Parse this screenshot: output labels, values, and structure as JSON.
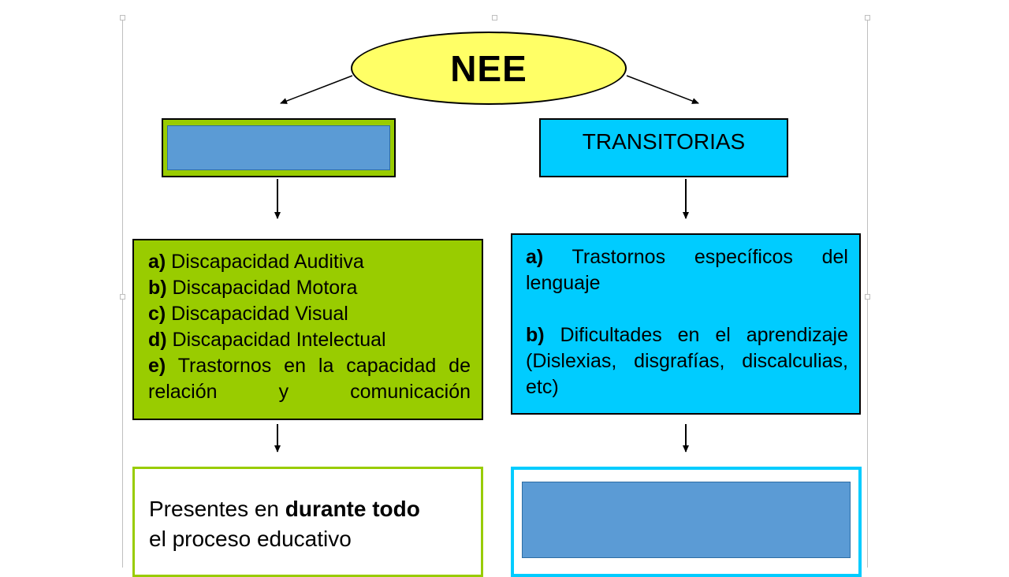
{
  "title": "NEE",
  "left": {
    "header": "",
    "items": [
      {
        "marker": "a)",
        "text": " Discapacidad Auditiva"
      },
      {
        "marker": "b)",
        "text": " Discapacidad Motora"
      },
      {
        "marker": "c)",
        "text": " Discapacidad Visual"
      },
      {
        "marker": "d)",
        "text": " Discapacidad Intelectual"
      },
      {
        "marker": "e)",
        "text": " Trastornos en la capacidad de relación y comunicación"
      }
    ],
    "bottom": {
      "text_before": "Presentes en ",
      "bold": "durante todo",
      "text_after": "el proceso educativo"
    }
  },
  "right": {
    "header": "TRANSITORIAS",
    "items": [
      {
        "marker": "a)",
        "text": " Trastornos específicos del lenguaje"
      },
      {
        "marker": "b)",
        "text": " Dificultades en el aprendizaje (Dislexias, disgrafías, discalculias, etc)"
      }
    ],
    "bottom": ""
  },
  "colors": {
    "oval": "#ffff66",
    "green": "#99cc00",
    "cyan": "#00ccff",
    "placeholder_blue": "#5b9bd5"
  }
}
